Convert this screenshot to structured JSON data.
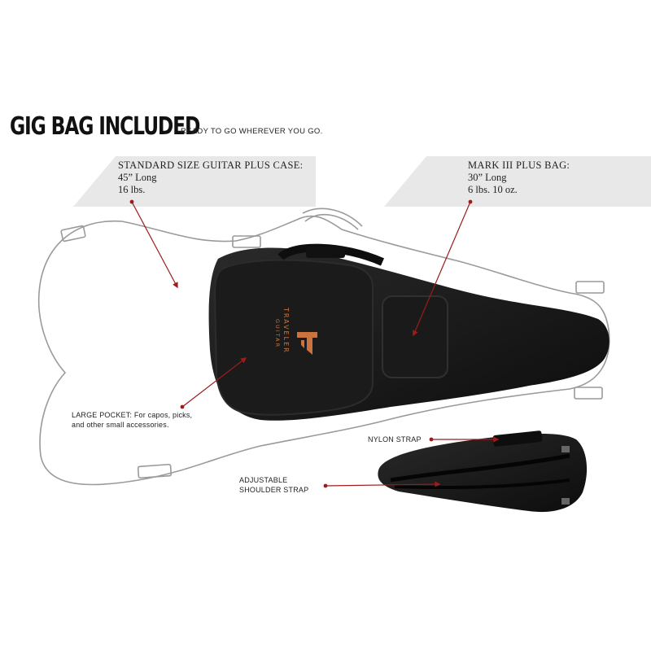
{
  "header": {
    "title": "GIG BAG INCLUDED",
    "tagline": "READY TO GO WHEREVER YOU GO."
  },
  "specs": {
    "standard": {
      "heading": "STANDARD SIZE GUITAR PLUS CASE:",
      "length": "45” Long",
      "weight": "16 lbs."
    },
    "mark3": {
      "heading": "MARK III PLUS BAG:",
      "length": "30” Long",
      "weight": "6 lbs. 10 oz."
    }
  },
  "callouts": {
    "pocket_label": "LARGE POCKET:",
    "pocket_text_1": "For capos, picks,",
    "pocket_text_2": "and  other small accessories.",
    "nylon_strap": "NYLON STRAP",
    "shoulder_strap_1": "ADJUSTABLE",
    "shoulder_strap_2": "SHOULDER STRAP"
  },
  "logo": {
    "line1": "TRAVELER",
    "line2": "GUITAR"
  },
  "colors": {
    "arrow": "#9b1c1c",
    "bag": "#151515",
    "logo": "#c9733f",
    "panel": "#e8e8e8"
  }
}
